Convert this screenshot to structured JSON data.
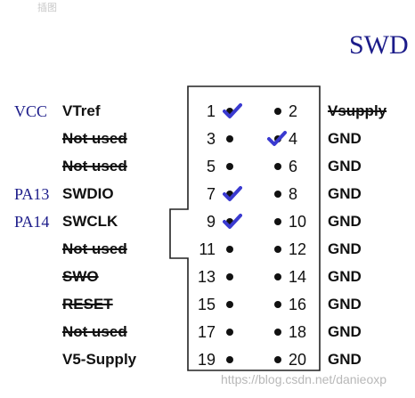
{
  "header": {
    "title": "SWD",
    "top_mark": "插图"
  },
  "watermark": "https://blog.csdn.net/danieoxp",
  "colors": {
    "mcu_label": "#1c1c8a",
    "check": "#3a3ad0",
    "text": "#111111"
  },
  "rows": [
    {
      "mcu": "VCC",
      "left": "VTref",
      "left_struck": false,
      "odd": "1",
      "even": "2",
      "right": "Vsupply",
      "right_struck": true,
      "check_odd": true,
      "check_even": false
    },
    {
      "mcu": "",
      "left": "Not used",
      "left_struck": true,
      "odd": "3",
      "even": "4",
      "right": "GND",
      "right_struck": false,
      "check_odd": false,
      "check_even": true
    },
    {
      "mcu": "",
      "left": "Not used",
      "left_struck": true,
      "odd": "5",
      "even": "6",
      "right": "GND",
      "right_struck": false,
      "check_odd": false,
      "check_even": false
    },
    {
      "mcu": "PA13",
      "left": "SWDIO",
      "left_struck": false,
      "odd": "7",
      "even": "8",
      "right": "GND",
      "right_struck": false,
      "check_odd": true,
      "check_even": false
    },
    {
      "mcu": "PA14",
      "left": "SWCLK",
      "left_struck": false,
      "odd": "9",
      "even": "10",
      "right": "GND",
      "right_struck": false,
      "check_odd": true,
      "check_even": false
    },
    {
      "mcu": "",
      "left": "Not used",
      "left_struck": true,
      "odd": "11",
      "even": "12",
      "right": "GND",
      "right_struck": false,
      "check_odd": false,
      "check_even": false
    },
    {
      "mcu": "",
      "left": "SWO",
      "left_struck": true,
      "odd": "13",
      "even": "14",
      "right": "GND",
      "right_struck": false,
      "check_odd": false,
      "check_even": false
    },
    {
      "mcu": "",
      "left": "RESET",
      "left_struck": true,
      "odd": "15",
      "even": "16",
      "right": "GND",
      "right_struck": false,
      "check_odd": false,
      "check_even": false
    },
    {
      "mcu": "",
      "left": "Not used",
      "left_struck": true,
      "odd": "17",
      "even": "18",
      "right": "GND",
      "right_struck": false,
      "check_odd": false,
      "check_even": false
    },
    {
      "mcu": "",
      "left": "V5-Supply",
      "left_struck": false,
      "odd": "19",
      "even": "20",
      "right": "GND",
      "right_struck": false,
      "check_odd": false,
      "check_even": false
    }
  ]
}
